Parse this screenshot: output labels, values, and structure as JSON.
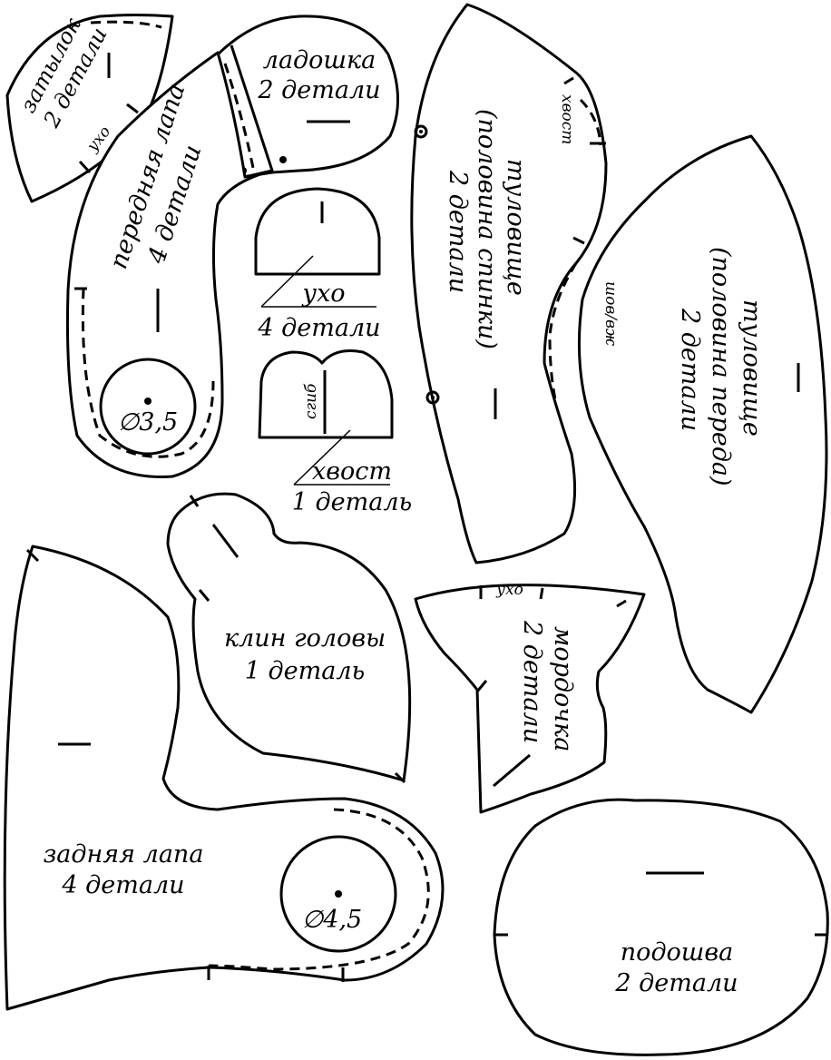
{
  "pieces": {
    "nape": {
      "name": "затылок",
      "count": "2 детали",
      "ear": "ухо"
    },
    "palm": {
      "name": "ладошка",
      "count": "2 детали"
    },
    "front_paw": {
      "name": "передняя лапа",
      "count": "4 детали",
      "diameter": "∅3,5"
    },
    "ear": {
      "name": "ухо",
      "count": "4 детали"
    },
    "tail": {
      "name": "хвост",
      "count": "1 деталь",
      "fold": "сгиб"
    },
    "body_back": {
      "line1": "туловище",
      "line2": "(половина спинки)",
      "count": "2 детали",
      "tail": "хвост"
    },
    "body_front": {
      "line1": "туловище",
      "line2": "(половина переда)",
      "count": "2 детали",
      "seam": "шов/вж"
    },
    "head_wedge": {
      "name": "клин головы",
      "count": "1 деталь"
    },
    "muzzle": {
      "name": "мордочка",
      "count": "2 детали",
      "ear": "ухо"
    },
    "hind_paw": {
      "name": "задняя лапа",
      "count": "4 детали",
      "diameter": "∅4,5"
    },
    "sole": {
      "name": "подошва",
      "count": "2 детали"
    }
  }
}
